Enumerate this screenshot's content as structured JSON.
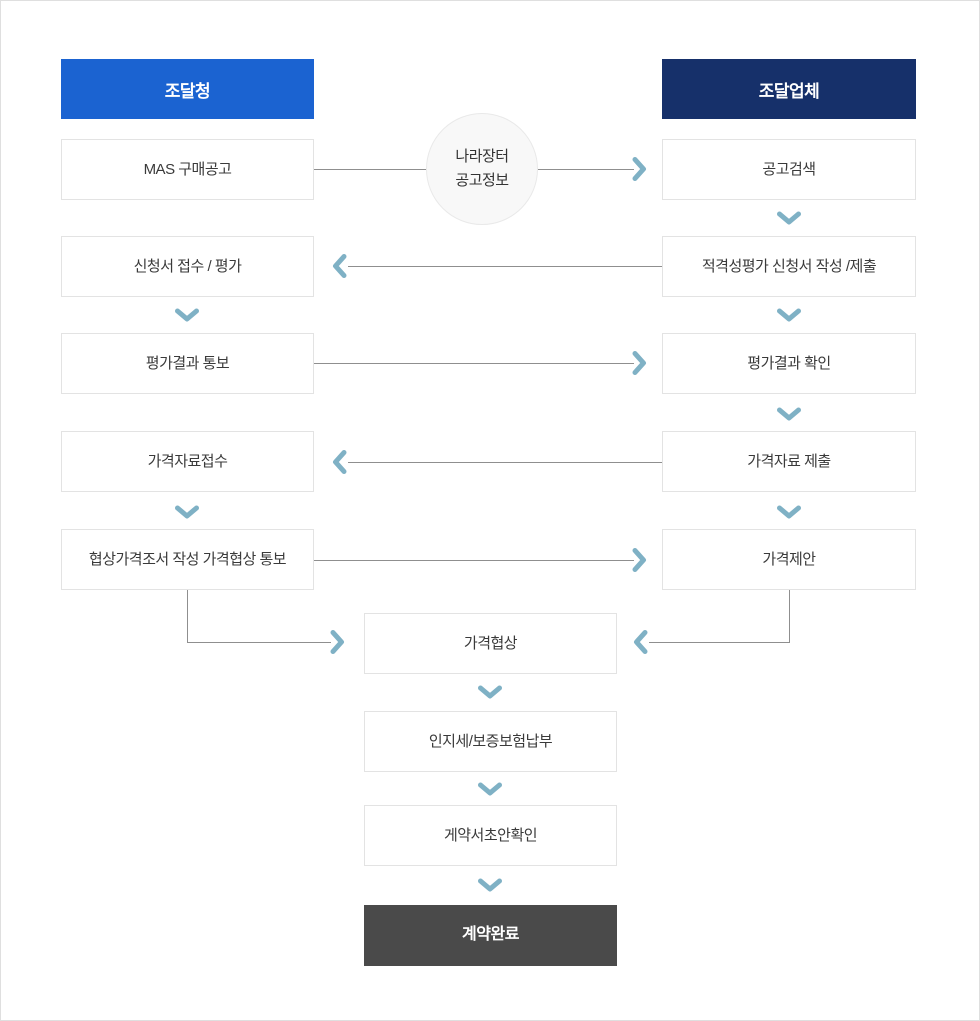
{
  "diagram_title": "MAS procurement negotiation process flow",
  "left_column": {
    "header": "조달청",
    "steps": [
      {
        "label": "MAS 구매공고"
      },
      {
        "label": "신청서 접수 / 평가"
      },
      {
        "label": "평가결과 통보"
      },
      {
        "label": "가격자료접수"
      },
      {
        "label": "협상가격조서 작성 가격협상 통보"
      }
    ]
  },
  "right_column": {
    "header": "조달업체",
    "steps": [
      {
        "label": "공고검색"
      },
      {
        "label": "적격성평가 신청서 작성 /제출"
      },
      {
        "label": "평가결과 확인"
      },
      {
        "label": "가격자료 제출"
      },
      {
        "label": "가격제안"
      }
    ]
  },
  "hub": {
    "line1": "나라장터",
    "line2": "공고정보"
  },
  "center_column": {
    "steps": [
      {
        "label": "가격협상"
      },
      {
        "label": "인지세/보증보험납부"
      },
      {
        "label": "게약서초안확인"
      }
    ],
    "final": {
      "label": "계약완료"
    }
  },
  "colors": {
    "left_header_bg": "#1b63d1",
    "right_header_bg": "#16306a",
    "final_box_bg": "#4a4a4a",
    "arrow_accent": "#7fb1c5",
    "connector_line": "#8f8f8f",
    "box_border": "#e3e3e3",
    "box_text": "#3a3a3a",
    "hub_bg": "#f8f8f8"
  }
}
